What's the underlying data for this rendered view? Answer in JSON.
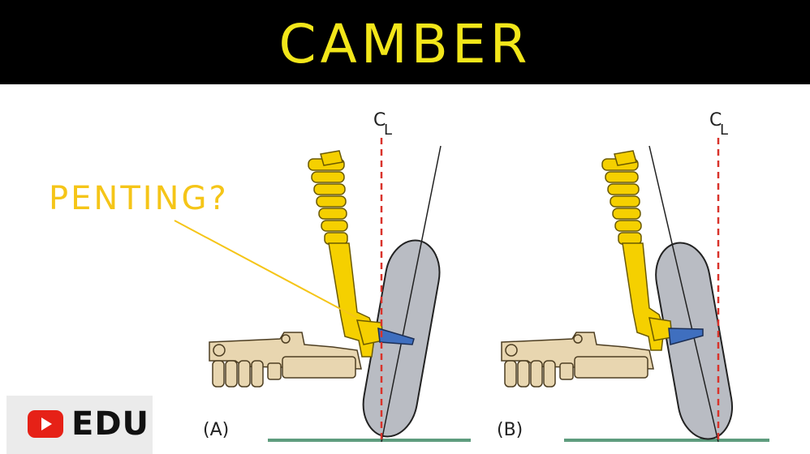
{
  "title": "CAMBER",
  "callout": "PENTING?",
  "logo": {
    "icon": "youtube-play-icon",
    "text": "EDU"
  },
  "centerline_label": {
    "main": "C",
    "sub": "L"
  },
  "panels": [
    {
      "label": "(A)"
    },
    {
      "label": "(B)"
    }
  ],
  "colors": {
    "title_bar": "#000000",
    "title_text": "#f2e61a",
    "callout": "#f5c518",
    "strut": "#f5d000",
    "wheel": "#b9bcc3",
    "ball_joint": "#3f6fbf",
    "control_arm": "#e8d6b0",
    "centerline": "#d9332b",
    "ground": "#5e9c7e"
  }
}
